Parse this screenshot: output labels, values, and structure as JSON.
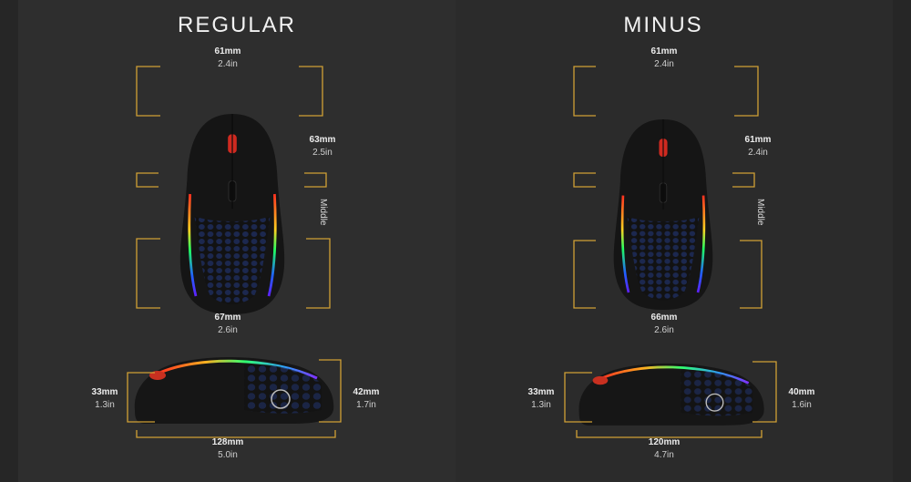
{
  "regular": {
    "title": "REGULAR",
    "top_width": {
      "mm": "61mm",
      "in": "2.4in"
    },
    "grip_width": {
      "mm": "63mm",
      "in": "2.5in"
    },
    "middle_label": "Middle",
    "bottom_width": {
      "mm": "67mm",
      "in": "2.6in"
    },
    "front_height": {
      "mm": "33mm",
      "in": "1.3in"
    },
    "back_height": {
      "mm": "42mm",
      "in": "1.7in"
    },
    "length": {
      "mm": "128mm",
      "in": "5.0in"
    }
  },
  "minus": {
    "title": "MINUS",
    "top_width": {
      "mm": "61mm",
      "in": "2.4in"
    },
    "grip_width": {
      "mm": "61mm",
      "in": "2.4in"
    },
    "middle_label": "Middle",
    "bottom_width": {
      "mm": "66mm",
      "in": "2.6in"
    },
    "front_height": {
      "mm": "33mm",
      "in": "1.3in"
    },
    "back_height": {
      "mm": "40mm",
      "in": "1.6in"
    },
    "length": {
      "mm": "120mm",
      "in": "4.7in"
    }
  },
  "colors": {
    "bracket": "#d0a035",
    "background": "#262626",
    "panel": "#2e2e2e"
  }
}
